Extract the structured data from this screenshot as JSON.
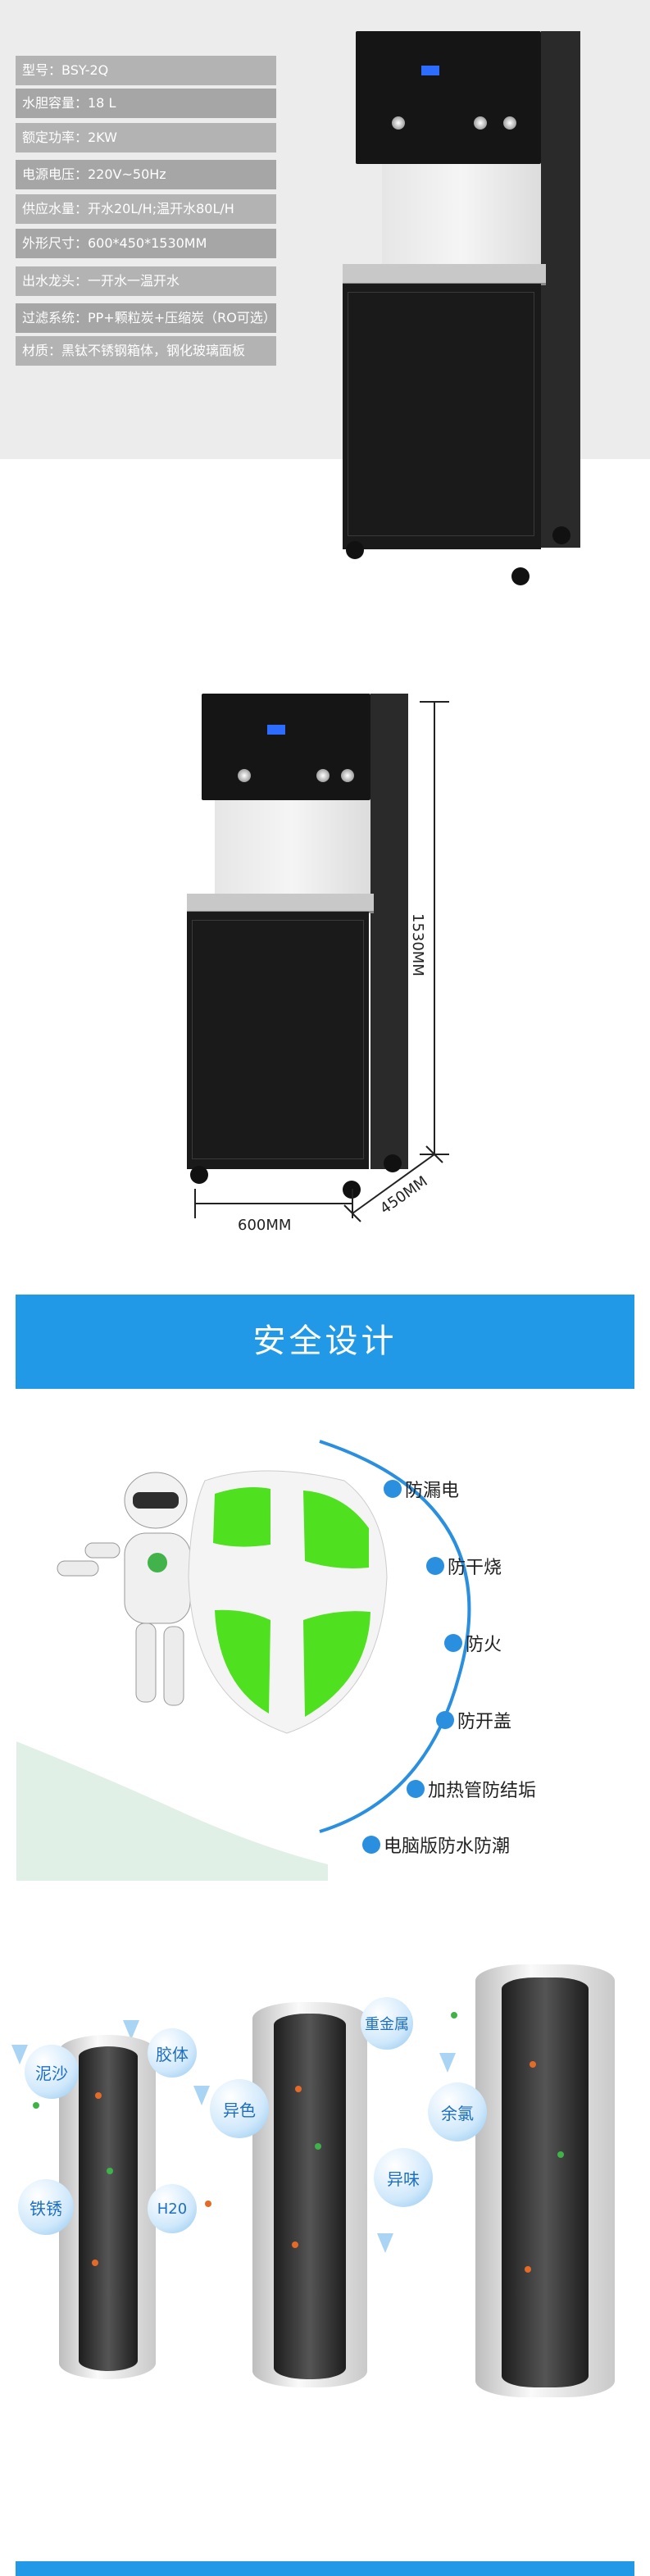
{
  "spec": {
    "rows": [
      "型号：BSY-2Q",
      "水胆容量：18 L",
      "额定功率：2KW",
      "电源电压：220V~50Hz",
      "供应水量：开水20L/H;温开水80L/H",
      "外形尺寸：600*450*1530MM",
      "出水龙头：一开水一温开水",
      "过滤系统：PP+颗粒炭+压缩炭（RO可选）",
      "材质：黑钛不锈钢箱体，钢化玻璃面板"
    ]
  },
  "dims": {
    "height_label": "1530MM",
    "width_label": "600MM",
    "depth_label": "450MM"
  },
  "banner": {
    "title": "安全设计"
  },
  "safety": {
    "features": [
      "防漏电",
      "防干烧",
      "防火",
      "防开盖",
      "加热管防结垢",
      "电脑版防水防潮"
    ]
  },
  "filter": {
    "impurities": [
      "泥沙",
      "胶体",
      "异色",
      "铁锈",
      "H20",
      "重金属",
      "余氯",
      "异味"
    ]
  },
  "colors": {
    "accent": "#2299e6",
    "spec_row": "#b3b3b3",
    "machine": "#151515"
  }
}
